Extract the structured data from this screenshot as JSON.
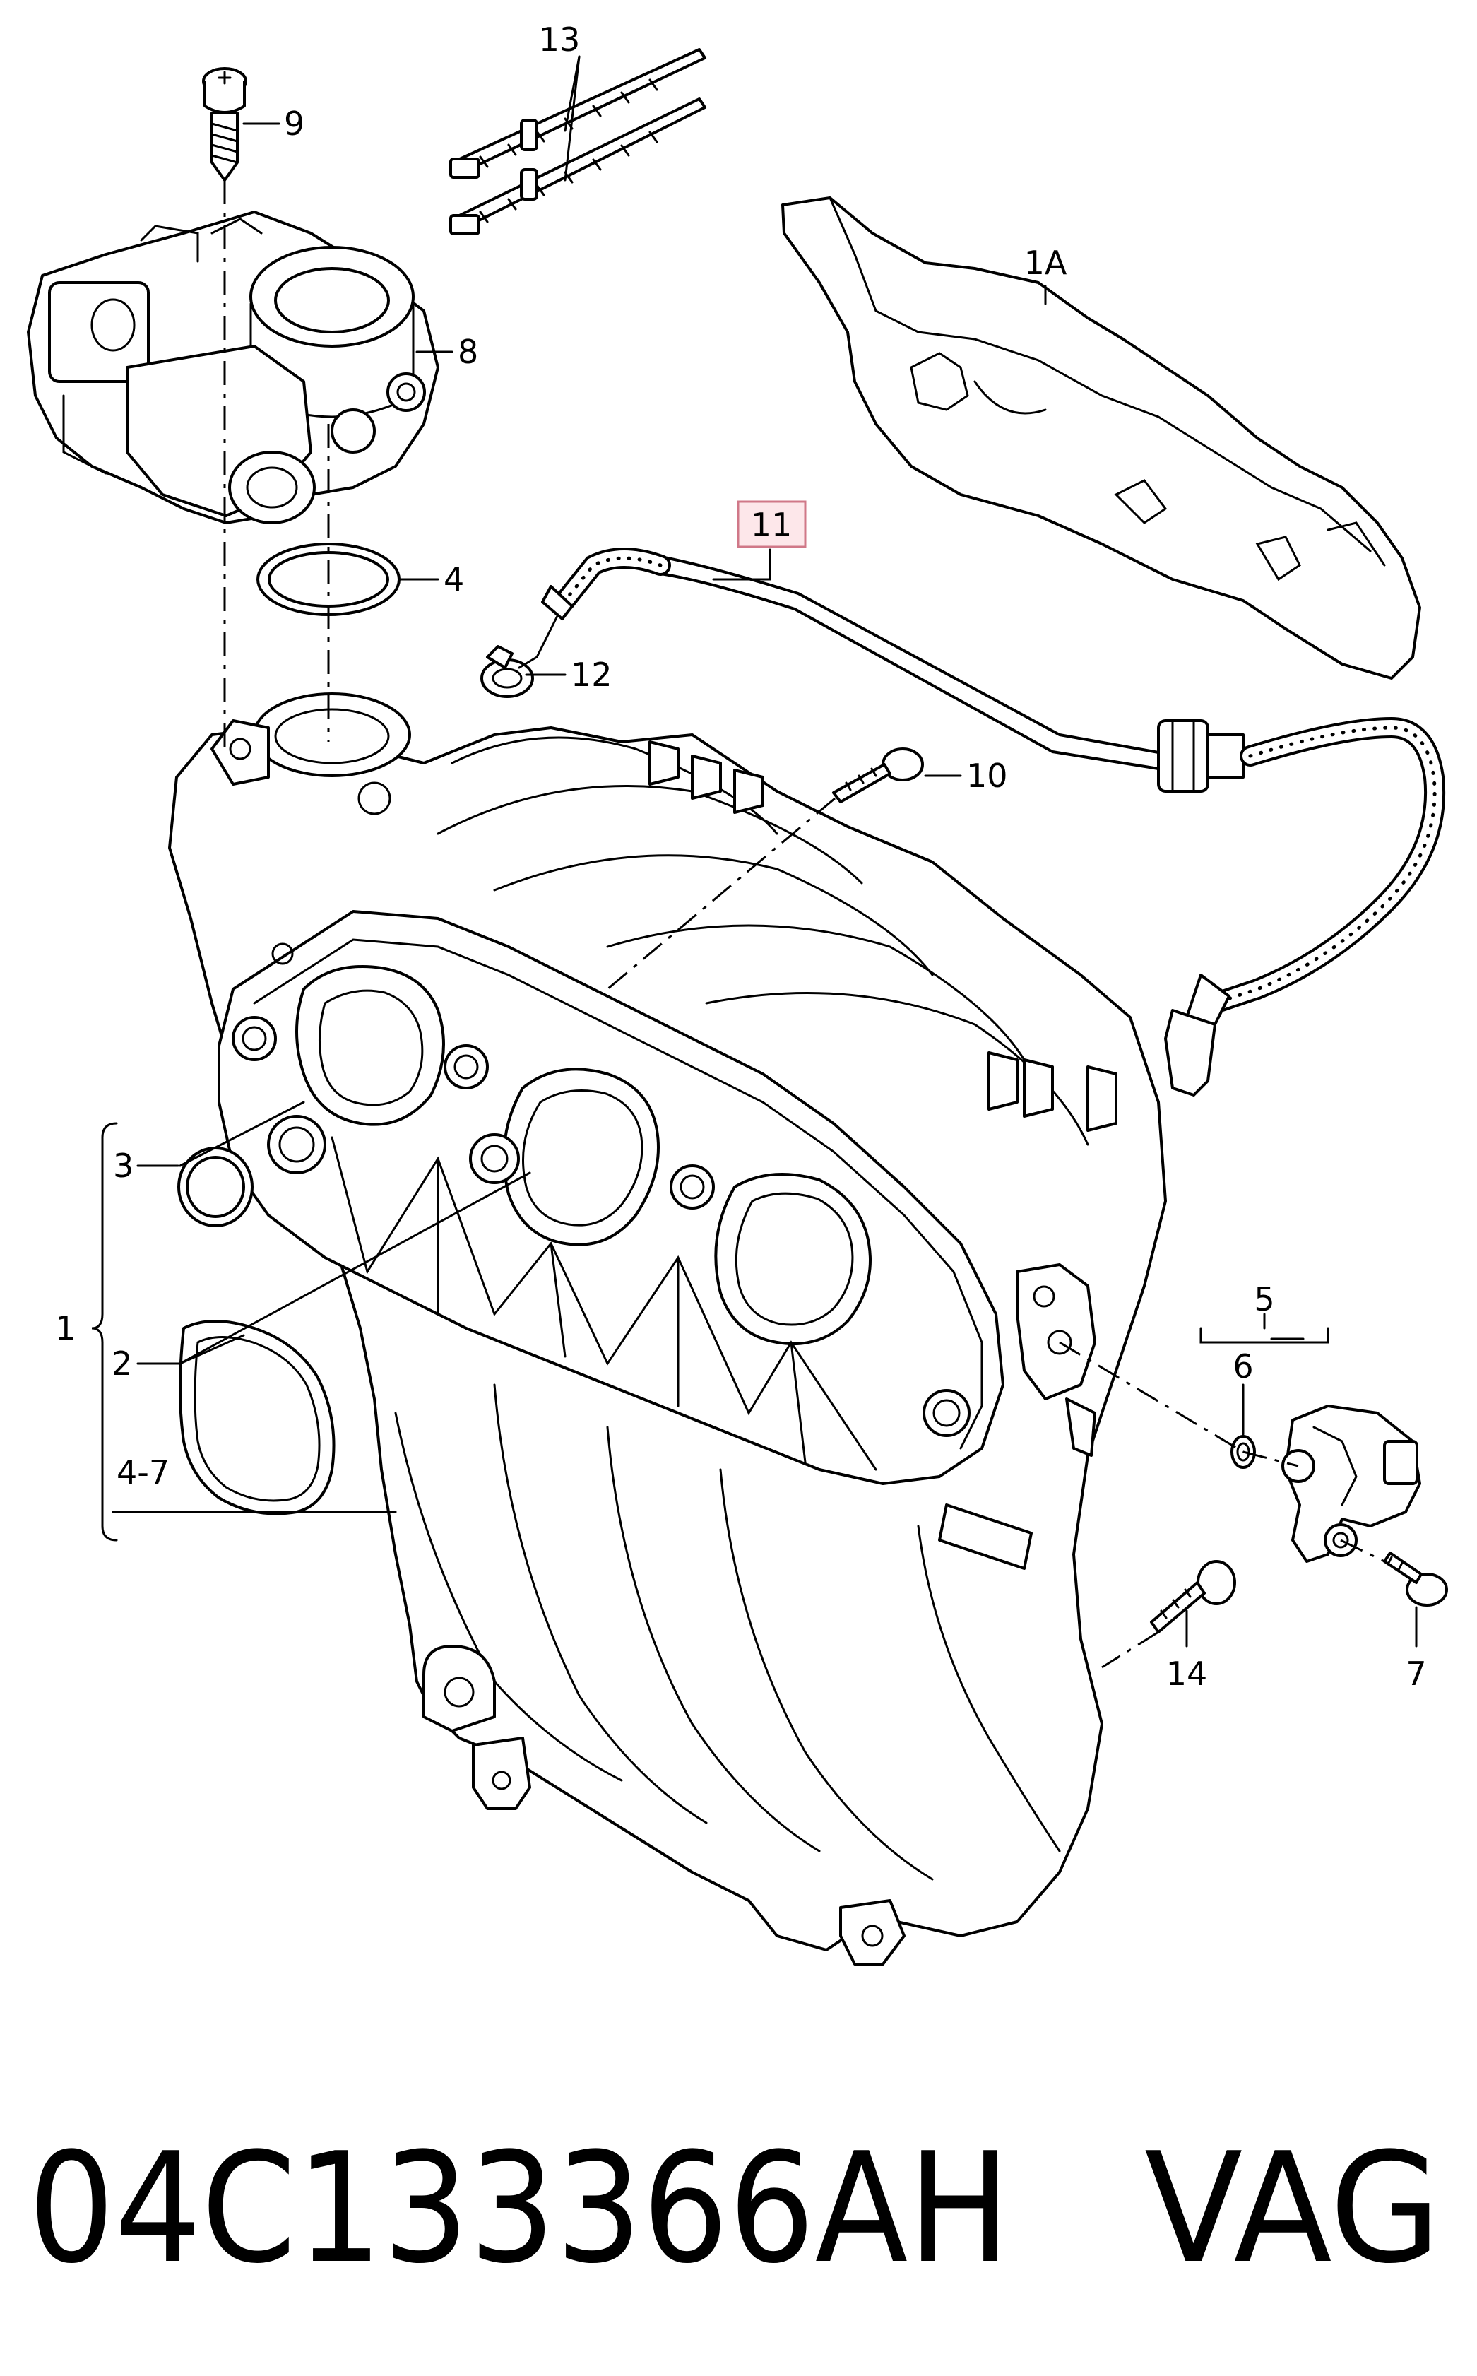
{
  "diagram": {
    "highlighted_callout": "11",
    "highlight_color": "#fde7ea",
    "highlight_border_color": "#d07888",
    "callouts": {
      "c1": "1",
      "c1a": "1A",
      "c2": "2",
      "c3": "3",
      "c4": "4",
      "c4_7": "4-7",
      "c5": "5",
      "c6": "6",
      "c7": "7",
      "c8": "8",
      "c9": "9",
      "c10": "10",
      "c11": "11",
      "c12": "12",
      "c13": "13",
      "c14": "14"
    }
  },
  "footer": {
    "part_number": "04C133366AH",
    "brand": "VAG"
  }
}
